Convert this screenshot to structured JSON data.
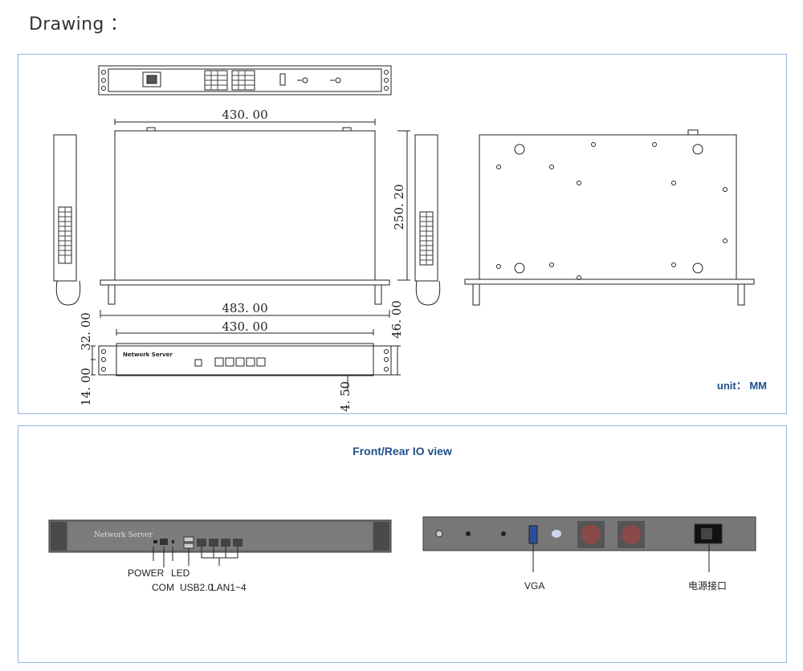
{
  "heading": "Drawing ：",
  "drawing": {
    "unit_label": "unit： MM",
    "dims": {
      "top_width": "430. 00",
      "depth": "250. 20",
      "overall_width": "483. 00",
      "front_width": "430. 00",
      "height_total": "46. 00",
      "ear_hole_spacing": "32. 00",
      "ear_hole_offset": "14. 00",
      "foot_offset": "4. 50"
    },
    "front_brand": "Network Server"
  },
  "io_view": {
    "title": "Front/Rear IO view",
    "front_brand": "Network Server",
    "front_labels": {
      "power": "POWER",
      "com": "COM",
      "led": "LED",
      "usb": "USB2.0",
      "lan": "LAN1~4"
    },
    "rear_labels": {
      "vga": "VGA",
      "power_socket": "电源接口"
    }
  }
}
